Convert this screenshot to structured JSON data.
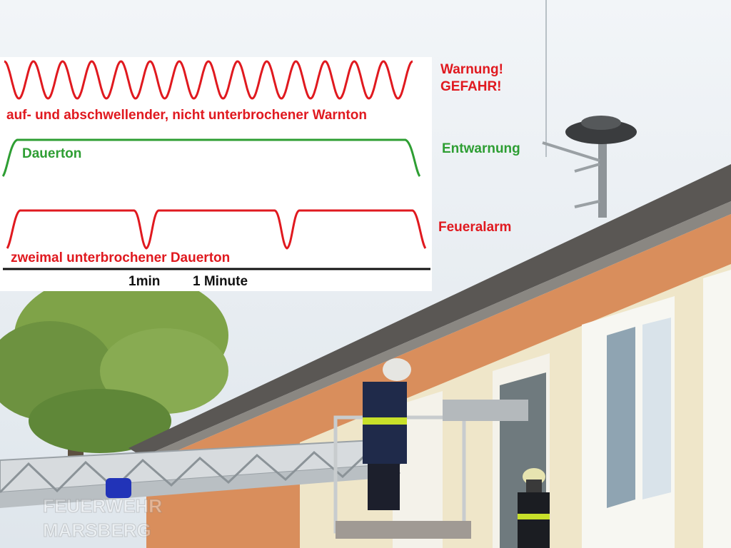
{
  "diagram": {
    "warning": {
      "label_line1": "Warnung!",
      "label_line2": "GEFAHR!",
      "caption": "auf- und abschwellender, nicht unterbrochener Warnton",
      "color": "#e0191f",
      "wave_cycles": 14
    },
    "all_clear": {
      "label": "Entwarnung",
      "inner_label": "Dauerton",
      "color": "#2e9e33"
    },
    "fire_alarm": {
      "label": "Feueralarm",
      "caption": "zweimal unterbrochener Dauerton",
      "color": "#e0191f",
      "interruptions": 2
    },
    "timeline": {
      "tick_1": "1min",
      "tick_2": "1 Minute"
    }
  },
  "photo": {
    "watermark_line1": "FEUERWEHR",
    "watermark_line2": "MARSBERG"
  }
}
